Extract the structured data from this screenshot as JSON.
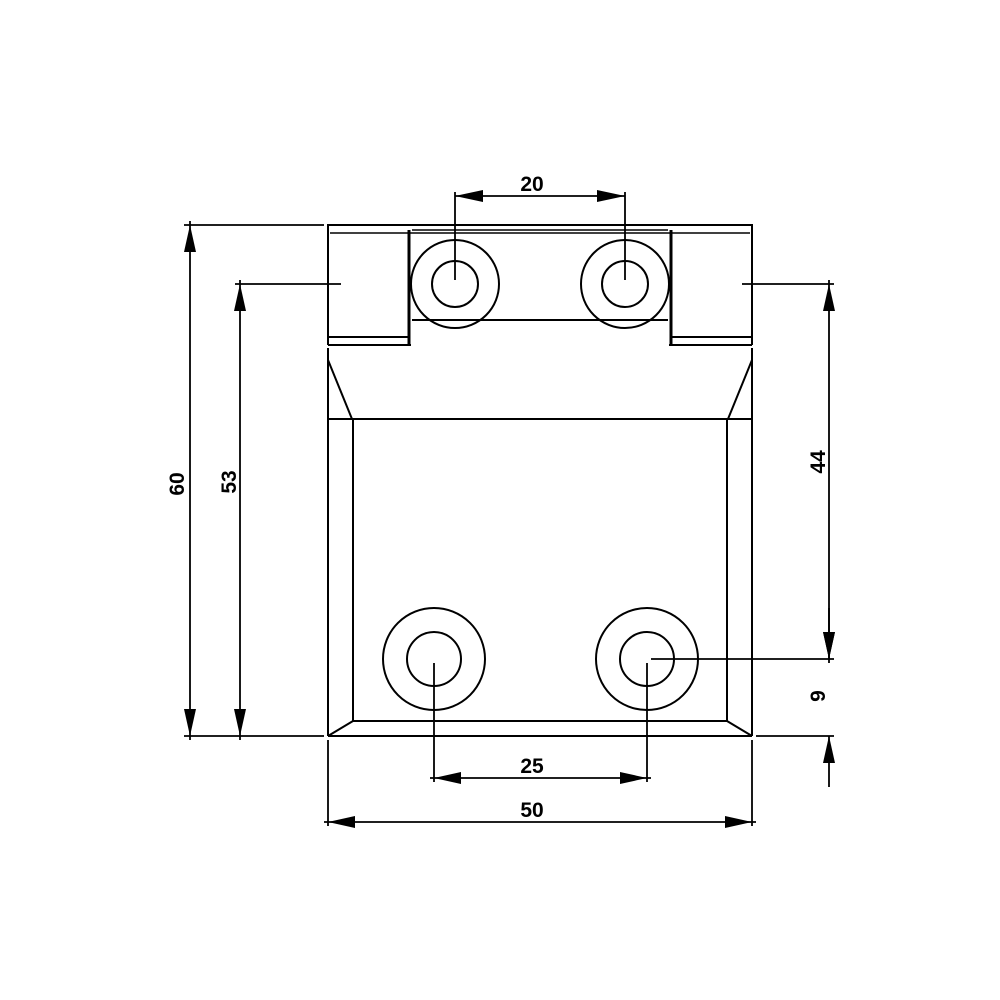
{
  "drawing": {
    "title": "Hinge technical drawing (front view)",
    "units": "mm",
    "colors": {
      "line": "#000000",
      "background": "#ffffff"
    },
    "dimensions": {
      "top_hole_spacing": "20",
      "bottom_hole_spacing": "25",
      "overall_width": "50",
      "overall_height": "60",
      "hinge_axis_to_bottom": "53",
      "hinge_axis_to_bottom_hole": "44",
      "bottom_hole_to_bottom": "9"
    },
    "holes": [
      {
        "name": "top-left-hole",
        "position": "top-left"
      },
      {
        "name": "top-right-hole",
        "position": "top-right"
      },
      {
        "name": "bottom-left-hole",
        "position": "bottom-left"
      },
      {
        "name": "bottom-right-hole",
        "position": "bottom-right"
      }
    ]
  }
}
